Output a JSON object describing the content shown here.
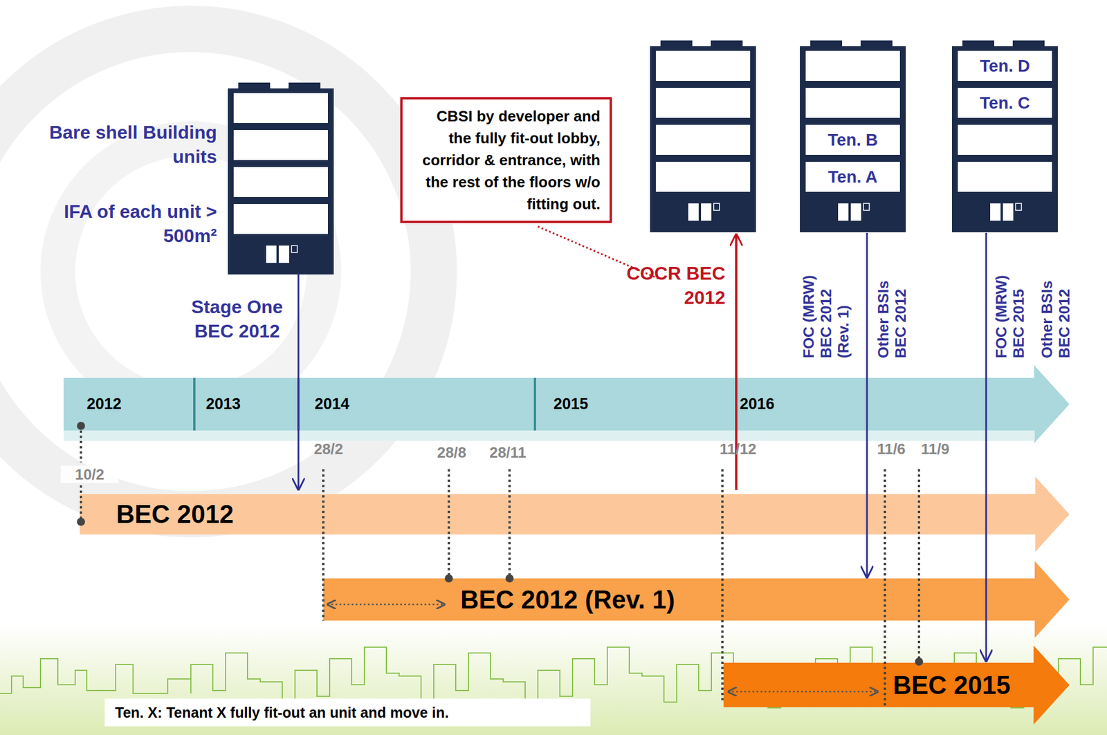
{
  "diagram": {
    "nodes": [
      {
        "text": [
          "CBSI by developer and the fully fit-out lobby, corridor & entrance, with the rest of the floors w/o fitting out."
        ]
      },
      {
        "text": [
          "Ten. D"
        ]
      },
      {
        "text": [
          "Ten. C"
        ]
      },
      {
        "text": [
          "Ten. B"
        ]
      },
      {
        "text": [
          "Ten. A"
        ]
      },
      {
        "text": [
          "2012",
          "2013",
          "2014",
          "2015",
          "2016"
        ]
      },
      {
        "text": [
          "BEC 2012"
        ]
      },
      {
        "text": [
          "BEC 2012 (Rev. 1)"
        ]
      },
      {
        "text": [
          "BEC 2015"
        ]
      },
      {
        "text": [
          "Ten. X: Tenant X fully fit-out an unit and move in."
        ]
      }
    ],
    "labels": [
      "Bare shell Building units",
      "IFA of each unit > 500m²",
      "Stage One BEC 2012",
      "COCR BEC 2012",
      "FOC (MRW) BEC 2012 (Rev. 1)",
      "Other BSIs BEC 2012",
      "FOC (MRW) BEC 2015",
      "Other BSIs BEC 2012",
      "10/2",
      "28/2",
      "28/8",
      "28/11",
      "11/12",
      "11/6",
      "11/9"
    ]
  }
}
